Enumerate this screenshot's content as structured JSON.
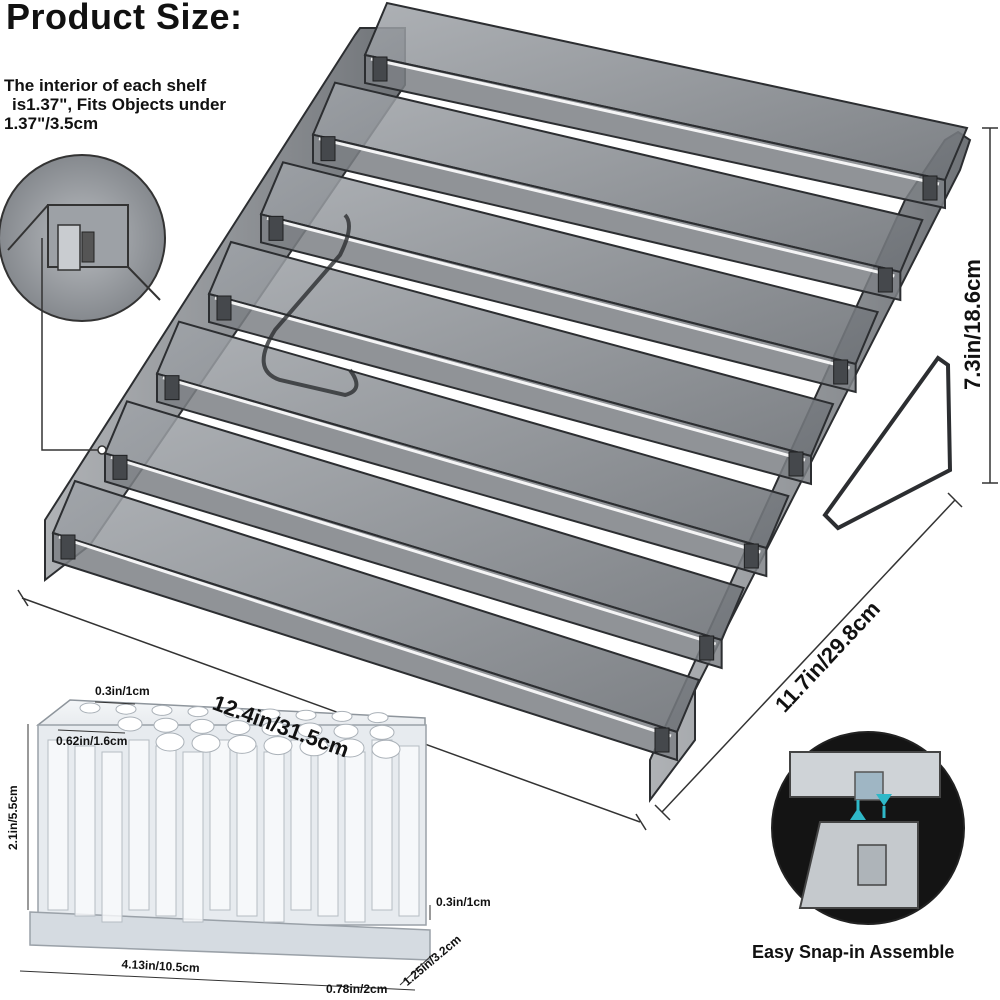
{
  "header": {
    "title": "Product Size:"
  },
  "callout": {
    "lines": [
      "The interior of each shelf",
      "is1.37\", Fits Objects under",
      "1.37\"/3.5cm"
    ]
  },
  "dimensions": {
    "width": "12.4in/31.5cm",
    "depth": "11.7in/29.8cm",
    "height": "7.3in/18.6cm"
  },
  "holder": {
    "small_hole": "0.3in/1cm",
    "large_hole": "0.62in/1.6cm",
    "height": "2.1in/5.5cm",
    "length": "4.13in/10.5cm",
    "base": "0.3in/1cm",
    "depth": "1.25in/3.2cm",
    "base_depth": "0.78in/2cm"
  },
  "assembly": {
    "caption": "Easy Snap-in Assemble"
  },
  "colors": {
    "acrylic": "#8a8e93",
    "acrylic_dark": "#4a4d52",
    "edge": "#2c2e31",
    "inset_bg": "#111111"
  },
  "shelf_count": 7
}
